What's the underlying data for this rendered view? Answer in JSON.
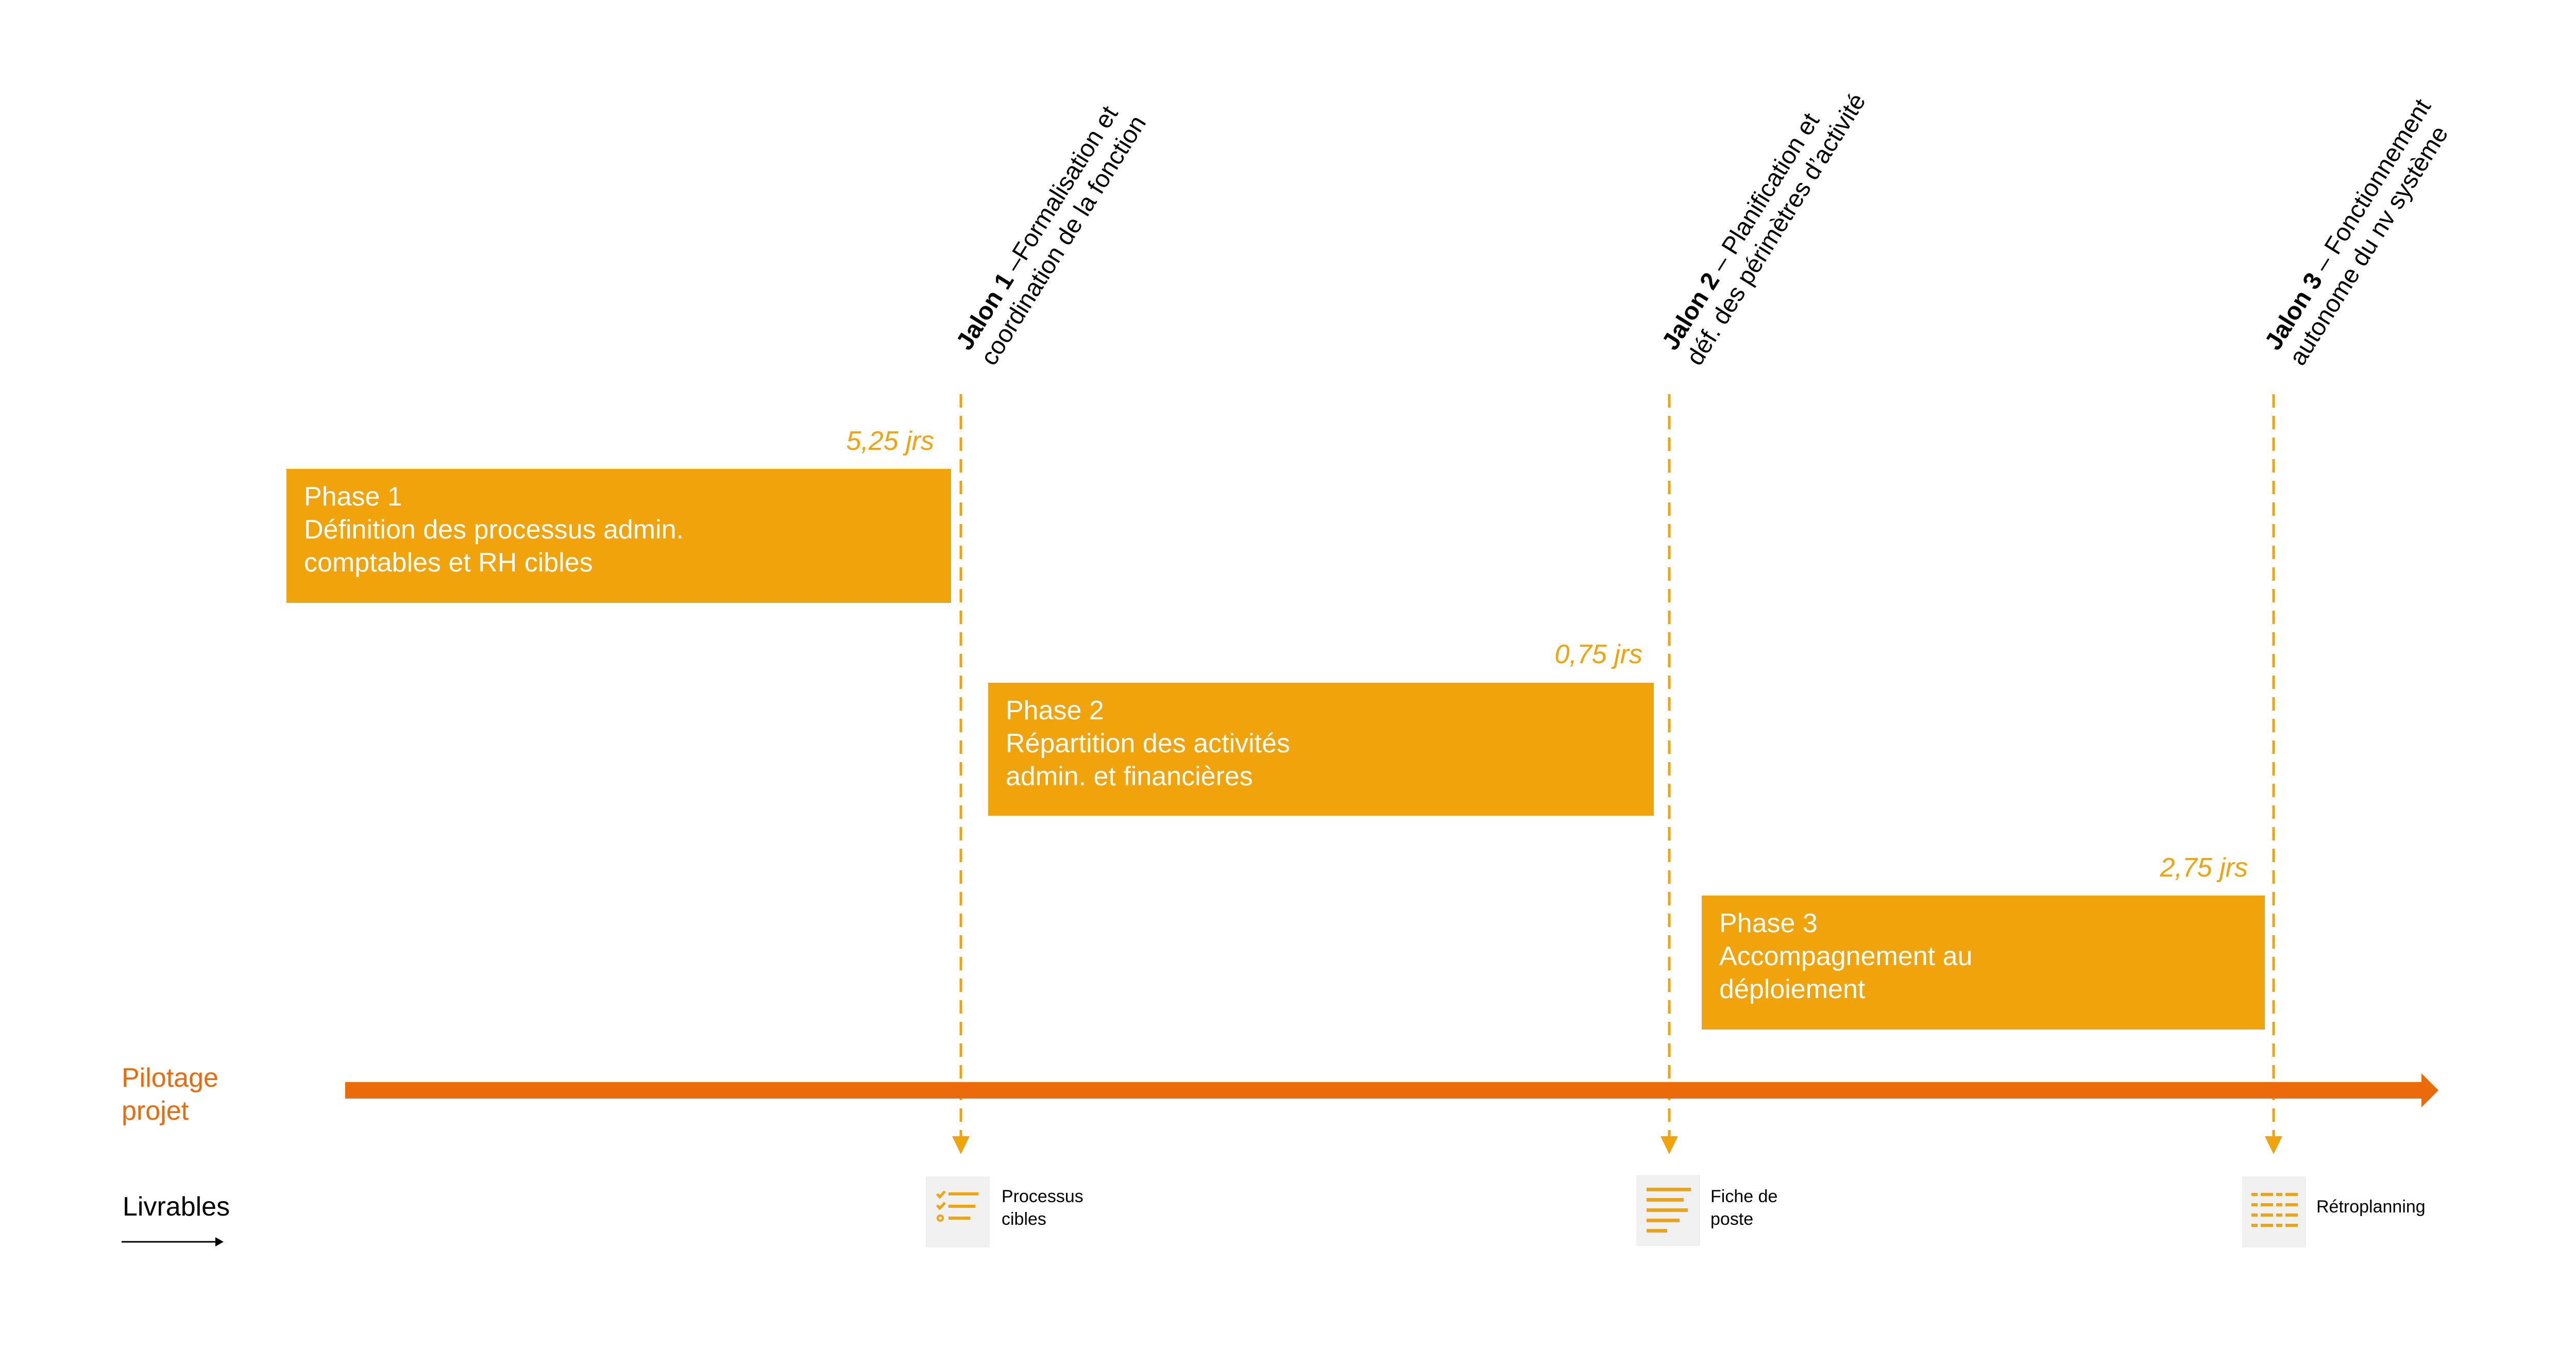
{
  "colors": {
    "phase": "#F0A30A",
    "axis": "#EB6A0A",
    "text": "#000000"
  },
  "milestones": [
    {
      "title": "Jalon 1",
      "line1": " –Formalisation et",
      "line2": "coordination de la fonction"
    },
    {
      "title": "Jalon 2",
      "line1": " – Planification et",
      "line2": "déf. des périmètres d’activité"
    },
    {
      "title": "Jalon 3",
      "line1": " – Fonctionnement",
      "line2": "autonome du nv système"
    }
  ],
  "phases": [
    {
      "name": "Phase 1",
      "line1": "Définition des processus admin.",
      "line2": "comptables et RH cibles",
      "duration": "5,25 jrs"
    },
    {
      "name": "Phase 2",
      "line1": "Répartition des activités",
      "line2": "admin. et financières",
      "duration": "0,75 jrs"
    },
    {
      "name": "Phase 3",
      "line1": "Accompagnement au",
      "line2": "déploiement",
      "duration": "2,75 jrs"
    }
  ],
  "pilotage": {
    "line1": "Pilotage",
    "line2": "projet"
  },
  "livrables": {
    "label": "Livrables"
  },
  "deliverables": [
    {
      "line1": "Processus",
      "line2": "cibles",
      "icon": "checklist-icon"
    },
    {
      "line1": "Fiche de",
      "line2": "poste",
      "icon": "document-lines-icon"
    },
    {
      "line1": "Rétroplanning",
      "line2": "",
      "icon": "grid-list-icon"
    }
  ]
}
